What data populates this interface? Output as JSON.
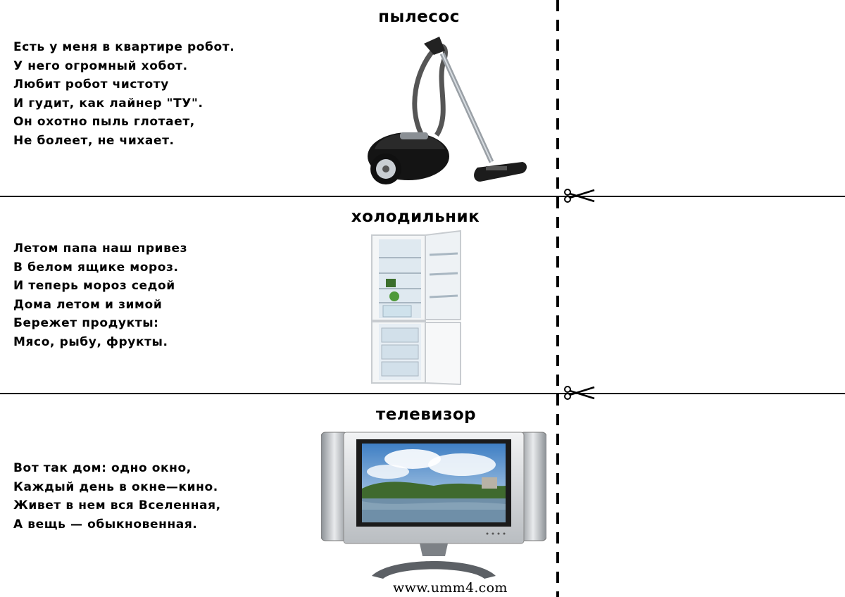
{
  "cards": [
    {
      "title": "пылесос",
      "lines": [
        "Есть у меня в квартире робот.",
        "У него огромный хобот.",
        "Любит робот чистоту",
        "И гудит, как лайнер \"ТУ\".",
        "Он охотно пыль глотает,",
        "Не болеет, не чихает."
      ],
      "image": "vacuum-cleaner"
    },
    {
      "title": "холодильник",
      "lines": [
        "Летом папа наш привез",
        "В белом ящике мороз.",
        "И теперь мороз седой",
        "Дома летом и зимой",
        "Бережет продукты:",
        "Мясо, рыбу, фрукты."
      ],
      "image": "refrigerator"
    },
    {
      "title": "телевизор",
      "lines": [
        "Вот так дом: одно окно,",
        "Каждый день в окне—кино.",
        "Живет в нем вся Вселенная,",
        "А вещь — обыкновенная."
      ],
      "image": "television"
    }
  ],
  "cut_marks": [
    "scissors-icon",
    "scissors-icon"
  ],
  "footer": {
    "url": "www.umm4.com"
  }
}
